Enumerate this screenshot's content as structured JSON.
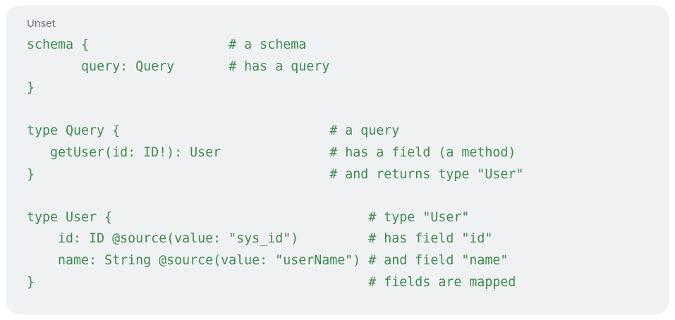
{
  "colors": {
    "page_background": "#ffffff",
    "card_background": "#f0f1f3",
    "label_gray": "#6c7074",
    "code_green": "#3d8b4c"
  },
  "code_card": {
    "label": "Unset",
    "language": "graphql-schema",
    "lines": [
      "schema {                  # a schema",
      "       query: Query       # has a query",
      "}",
      "",
      "type Query {                           # a query",
      "   getUser(id: ID!): User              # has a field (a method)",
      "}                                      # and returns type \"User\"",
      "",
      "type User {                                 # type \"User\"",
      "    id: ID @source(value: \"sys_id\")         # has field \"id\"",
      "    name: String @source(value: \"userName\") # and field \"name\"",
      "}                                           # fields are mapped"
    ]
  }
}
